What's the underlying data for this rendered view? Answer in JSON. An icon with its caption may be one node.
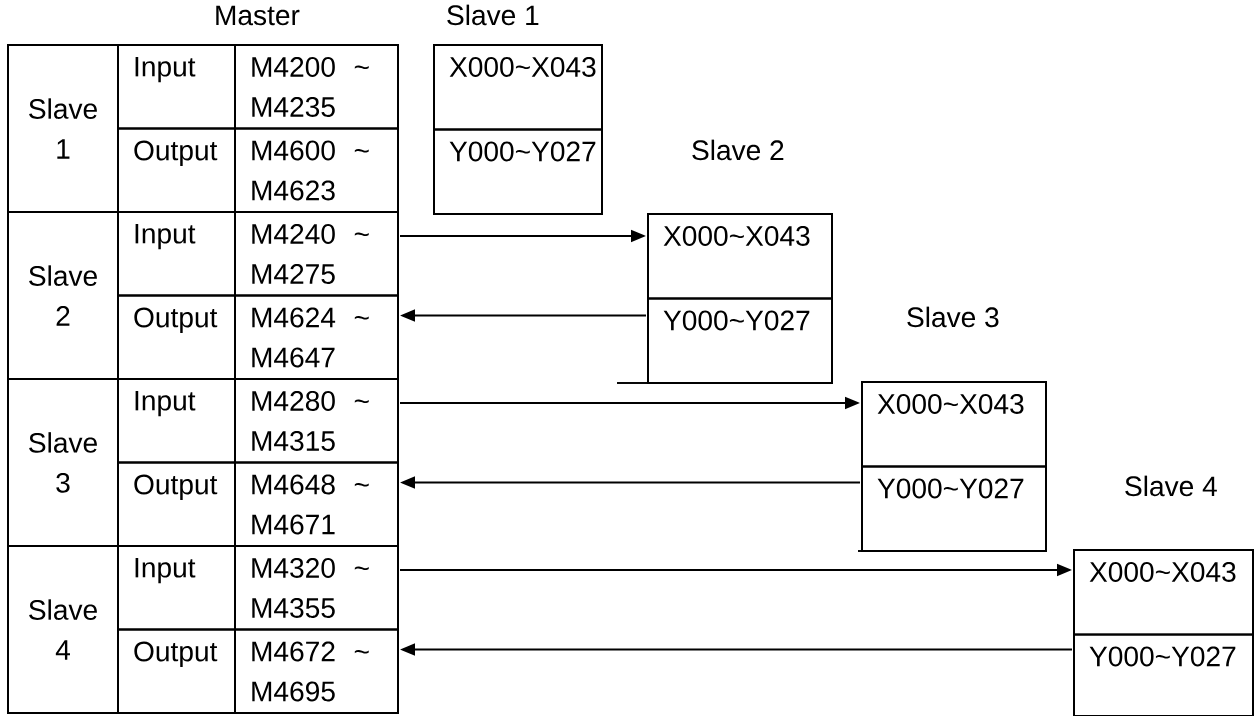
{
  "diagram": {
    "nodes": [
      {
        "text": [
          "Master"
        ]
      },
      {
        "text": [
          "Slave 1"
        ],
        "in": 0
      },
      {
        "text": [
          "Input"
        ],
        "in": 0
      },
      {
        "text": [
          "M4200 ~ M4235"
        ],
        "in": 0
      },
      {
        "text": [
          "Output"
        ],
        "in": 0
      },
      {
        "text": [
          "M4600 ~ M4623"
        ],
        "in": 0
      },
      {
        "text": [
          "Slave 2"
        ],
        "in": 0
      },
      {
        "text": [
          "Input"
        ],
        "in": 0
      },
      {
        "text": [
          "M4240 ~ M4275"
        ],
        "in": 0
      },
      {
        "text": [
          "Output"
        ],
        "in": 0
      },
      {
        "text": [
          "M4624 ~ M4647"
        ],
        "in": 0
      },
      {
        "text": [
          "Slave 3"
        ],
        "in": 0
      },
      {
        "text": [
          "Input"
        ],
        "in": 0
      },
      {
        "text": [
          "M4280 ~ M4315"
        ],
        "in": 0
      },
      {
        "text": [
          "Output"
        ],
        "in": 0
      },
      {
        "text": [
          "M4648 ~ M4671"
        ],
        "in": 0
      },
      {
        "text": [
          "Slave 4"
        ],
        "in": 0
      },
      {
        "text": [
          "Input"
        ],
        "in": 0
      },
      {
        "text": [
          "M4320 ~ M4355"
        ],
        "in": 0
      },
      {
        "text": [
          "Output"
        ],
        "in": 0
      },
      {
        "text": [
          "M4672 ~ M4695"
        ],
        "in": 0
      },
      {
        "text": [
          "Slave 1"
        ]
      },
      {
        "text": [
          "X000~X043"
        ],
        "in": 21
      },
      {
        "text": [
          "Y000~Y027"
        ],
        "in": 21
      },
      {
        "text": [
          "Slave 2"
        ]
      },
      {
        "text": [
          "X000~X043"
        ],
        "in": 24
      },
      {
        "text": [
          "Y000~Y027"
        ],
        "in": 24
      },
      {
        "text": [
          "Slave 3"
        ]
      },
      {
        "text": [
          "X000~X043"
        ],
        "in": 27
      },
      {
        "text": [
          "Y000~Y027"
        ],
        "in": 27
      },
      {
        "text": [
          "Slave 4"
        ]
      },
      {
        "text": [
          "X000~X043"
        ],
        "in": 30
      },
      {
        "text": [
          "Y000~Y027"
        ],
        "in": 30
      }
    ],
    "edges": [
      {
        "from": 8,
        "to": 25,
        "arrow": "to"
      },
      {
        "from": 26,
        "to": 10,
        "arrow": "to"
      },
      {
        "from": 13,
        "to": 28,
        "arrow": "to"
      },
      {
        "from": 29,
        "to": 15,
        "arrow": "to"
      },
      {
        "from": 18,
        "to": 31,
        "arrow": "to"
      },
      {
        "from": 32,
        "to": 20,
        "arrow": "to"
      }
    ]
  }
}
